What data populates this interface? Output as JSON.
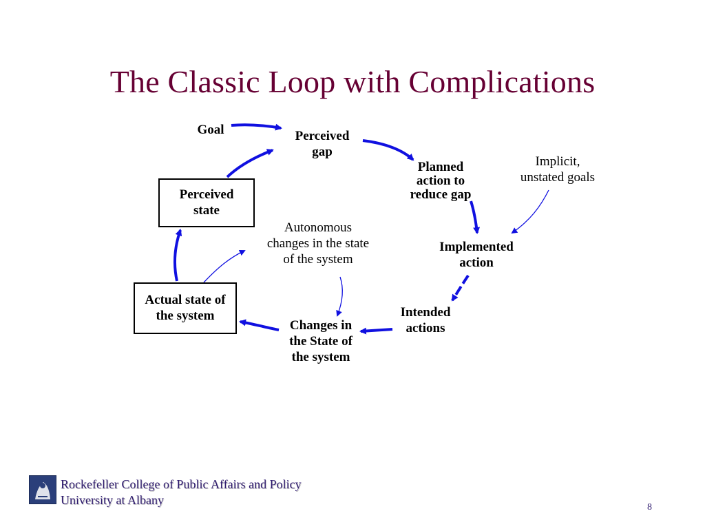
{
  "slide": {
    "title": "The Classic Loop with Complications",
    "page_number": "8"
  },
  "nodes": {
    "goal": "Goal",
    "perceived_gap_1": "Perceived",
    "perceived_gap_2": "gap",
    "planned_1": "Planned",
    "planned_2": "action to",
    "planned_3": "reduce gap",
    "implicit_1": "Implicit,",
    "implicit_2": "unstated goals",
    "perceived_state_1": "Perceived",
    "perceived_state_2": "state",
    "autonomous_1": "Autonomous",
    "autonomous_2": "changes in the state",
    "autonomous_3": "of the system",
    "implemented_1": "Implemented",
    "implemented_2": "action",
    "actual_state_1": "Actual state of",
    "actual_state_2": "the system",
    "intended_1": "Intended",
    "intended_2": "actions",
    "changes_1": "Changes in",
    "changes_2": "the State of",
    "changes_3": "the system"
  },
  "footer": {
    "line1": "Rockefeller College of Public Affairs and Policy",
    "line2": "University at Albany"
  },
  "colors": {
    "title": "#660033",
    "arrow": "#1010e0",
    "footer_text": "#2e1a6e"
  }
}
